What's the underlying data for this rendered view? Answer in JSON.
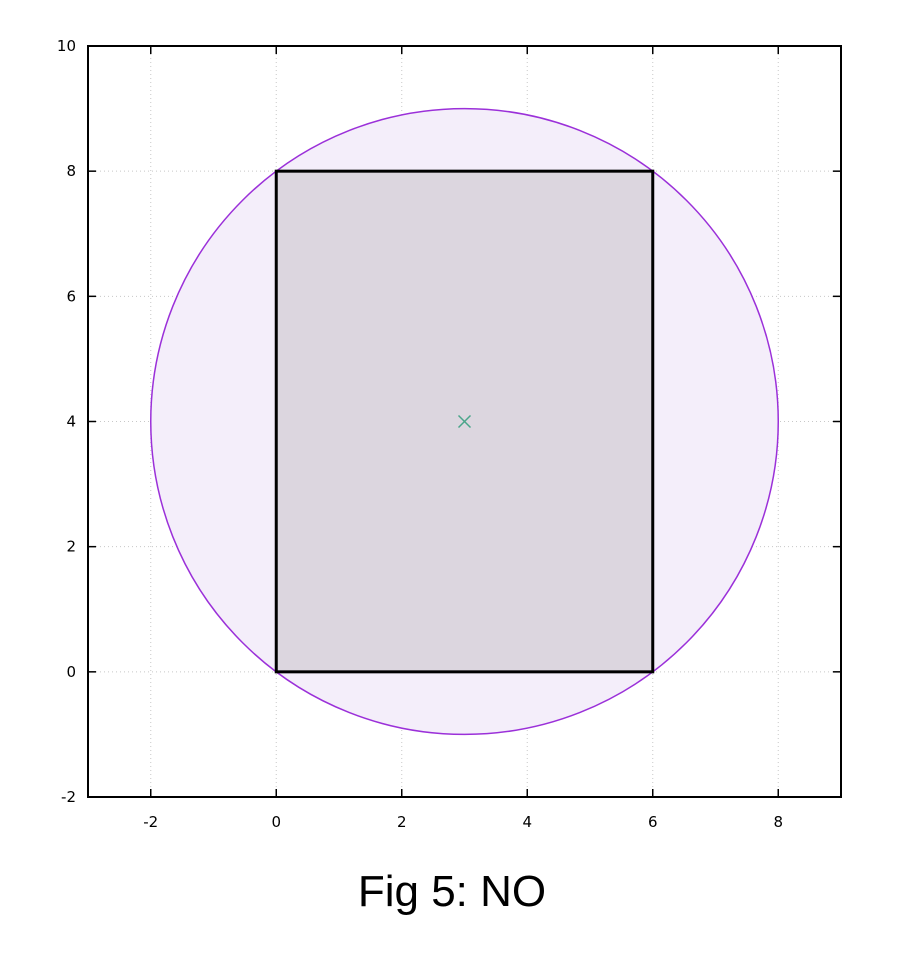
{
  "caption": "Fig 5: NO",
  "chart_data": {
    "type": "scatter",
    "title": "",
    "xlabel": "",
    "ylabel": "",
    "xlim": [
      -3,
      9
    ],
    "ylim": [
      -2,
      10
    ],
    "xticks": [
      -2,
      0,
      2,
      4,
      6,
      8
    ],
    "yticks": [
      -2,
      0,
      2,
      4,
      6,
      8,
      10
    ],
    "grid": true,
    "legend": "none",
    "shapes": {
      "circle": {
        "center": [
          3,
          4
        ],
        "radius": 5,
        "stroke": "#9b30d9",
        "fill": "#f4eefa"
      },
      "rectangle": {
        "x_range": [
          0,
          6
        ],
        "y_range": [
          0,
          8
        ],
        "stroke": "#000000",
        "fill": "#dcd6df"
      },
      "center_marker": {
        "x": 3,
        "y": 4,
        "marker": "x",
        "color": "#4aa58a"
      }
    }
  }
}
